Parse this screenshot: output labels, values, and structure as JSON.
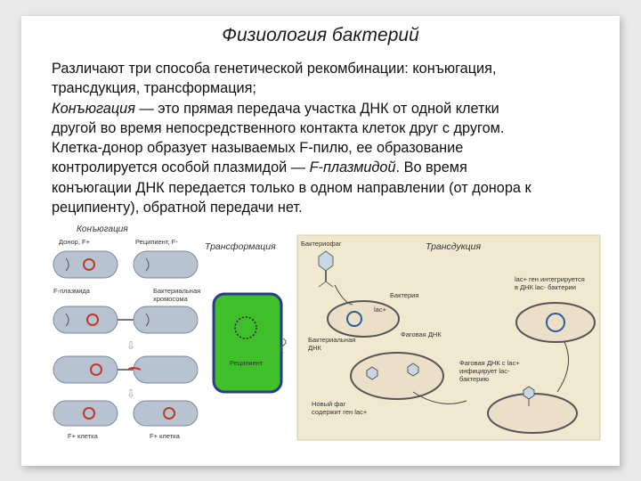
{
  "slide": {
    "title": "Физиология бактерий",
    "paragraph1_line1": "Различают три способа генетической рекомбинации: конъюгация,",
    "paragraph1_line2": "трансдукция, трансформация;",
    "term_conjugation": "Конъюгация",
    "line3_rest": " — это прямая передача участка ДНК от одной клетки",
    "line4": "другой во время непосредственного контакта клеток друг с другом.",
    "line5": "Клетка-донор образует называемых F-пилю, ее образование",
    "line6_start": "контролируется особой  плазмидой — ",
    "term_fplasmid": "F-плазмидой",
    "line6_end": ". Во время",
    "line7": "конъюгации ДНК передается только в одном направлении (от донора к",
    "line8": "реципиенту), обратной передачи нет."
  },
  "figure": {
    "conjugation": {
      "heading": "Конъюгация",
      "donor": "Донор, F+",
      "recipient": "Реципиент, F-",
      "f_plasmid": "F-плазмида",
      "chromosome_1": "Бактериальная",
      "chromosome_2": "хромосома",
      "f_cell_left": "F+ клетка",
      "f_cell_right": "F+ клетка"
    },
    "transformation": {
      "heading": "Трансформация",
      "recipient": "Реципиент"
    },
    "transduction": {
      "heading": "Трансдукция",
      "bacteriophage": "Бактериофаг",
      "bacterium": "Бактерия",
      "lac": "lac+",
      "phage_dna": "Фаговая ДНК",
      "bact_dna_1": "Бактериальная",
      "bact_dna_2": "ДНК",
      "integrates_1": "lac+ ген интегрируется",
      "integrates_2": "в ДНК lac- бактерии",
      "infects_1": "Фаговая ДНК с lac+",
      "infects_2": "инфицирует lac-",
      "infects_3": "бактерию",
      "new_phage_1": "Новый фаг",
      "new_phage_2": "содержит ген lac+"
    }
  },
  "colors": {
    "plasmid": "#c0392b",
    "cell_fill": "#a9b8cc",
    "green_cell": "#3fbf2a",
    "transduction_bg": "#f0e8cf"
  }
}
